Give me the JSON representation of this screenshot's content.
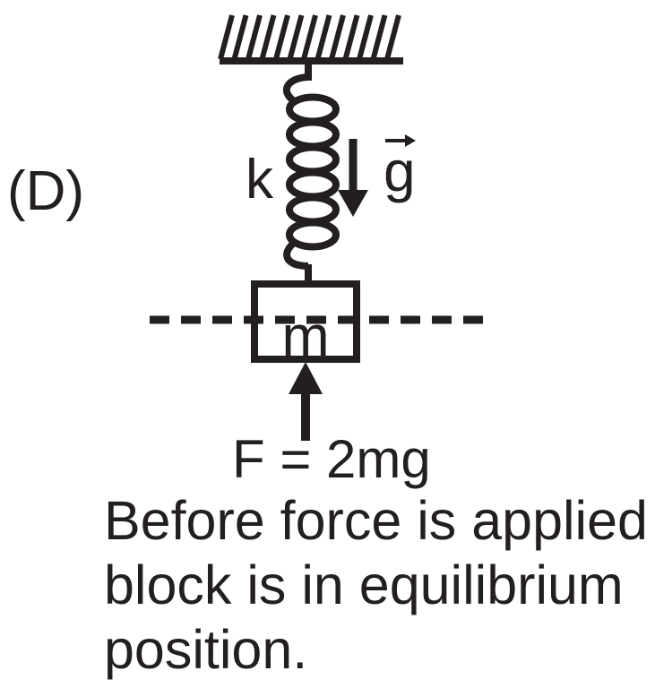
{
  "figure": {
    "option_label": "(D)",
    "spring_constant_label": "k",
    "gravity_label": "g",
    "mass_label": "m",
    "force_label": "F = 2mg",
    "caption": {
      "line1": "Before force is applied",
      "line2": "block is in equilibrium",
      "line3": "position."
    }
  },
  "icons": {
    "gravity_arrow": "down-arrow",
    "applied_force_arrow": "up-arrow",
    "g_vector_arrow": "right-arrow-overbar"
  },
  "colors": {
    "ink": "#231f20",
    "background": "#ffffff"
  }
}
